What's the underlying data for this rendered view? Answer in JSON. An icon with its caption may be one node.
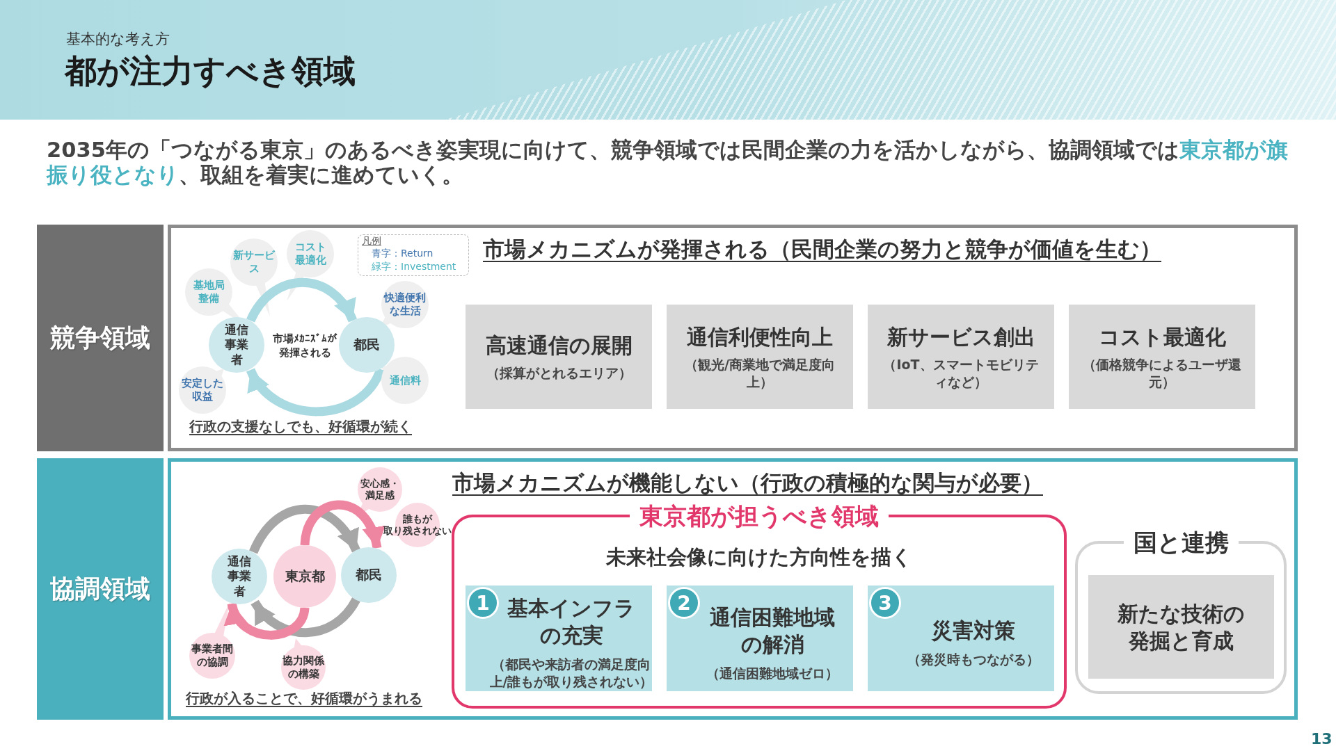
{
  "diagram": {
    "title": "都が注力すべき領域",
    "nodes": [
      {
        "text": [
          "競争領域"
        ]
      },
      {
        "text": [
          "市場メカニズムが発揮される（民間企業の努力と競争が価値を生む）"
        ]
      },
      {
        "text": [
          "通信事業者"
        ],
        "in": 1
      },
      {
        "text": [
          "都民"
        ],
        "in": 1
      },
      {
        "text": [
          "基地局整備"
        ],
        "in": 1
      },
      {
        "text": [
          "新サービス"
        ],
        "in": 1
      },
      {
        "text": [
          "コスト最適化"
        ],
        "in": 1
      },
      {
        "text": [
          "快適便利な生活"
        ],
        "in": 1
      },
      {
        "text": [
          "通信料"
        ],
        "in": 1
      },
      {
        "text": [
          "安定した収益"
        ],
        "in": 1
      },
      {
        "text": [
          "高速通信の展開",
          "（採算がとれるエリア）"
        ],
        "in": 1
      },
      {
        "text": [
          "通信利便性向上",
          "（観光/商業地で満足度向上）"
        ],
        "in": 1
      },
      {
        "text": [
          "新サービス創出",
          "（IoT、スマートモビリティなど）"
        ],
        "in": 1
      },
      {
        "text": [
          "コスト最適化",
          "（価格競争によるユーザ還元）"
        ],
        "in": 1
      },
      {
        "text": [
          "協調領域"
        ]
      },
      {
        "text": [
          "市場メカニズムが機能しない（行政の積極的な関与が必要）"
        ]
      },
      {
        "text": [
          "通信事業者"
        ],
        "in": 15
      },
      {
        "text": [
          "東京都"
        ],
        "in": 15
      },
      {
        "text": [
          "都民"
        ],
        "in": 15
      },
      {
        "text": [
          "安心感・満足感"
        ],
        "in": 15
      },
      {
        "text": [
          "誰もが取り残されない"
        ],
        "in": 15
      },
      {
        "text": [
          "事業者間の協調"
        ],
        "in": 15
      },
      {
        "text": [
          "協力関係の構築"
        ],
        "in": 15
      },
      {
        "text": [
          "東京都が担うべき領域",
          "未来社会像に向けた方向性を描く"
        ],
        "in": 15
      },
      {
        "text": [
          "1",
          "基本インフラの充実",
          "（都民や来訪者の満足度向上/誰もが取り残されない）"
        ],
        "in": 23
      },
      {
        "text": [
          "2",
          "通信困難地域の解消",
          "（通信困難地域ゼロ）"
        ],
        "in": 23
      },
      {
        "text": [
          "3",
          "災害対策",
          "（発災時もつながる）"
        ],
        "in": 23
      },
      {
        "text": [
          "国と連携"
        ],
        "in": 15
      },
      {
        "text": [
          "新たな技術の発掘と育成"
        ],
        "in": 27
      }
    ],
    "edges": [
      {
        "from": 2,
        "to": 3,
        "arrow": "to",
        "color": "#a9d9e1"
      },
      {
        "from": 3,
        "to": 2,
        "arrow": "to",
        "color": "#a9d9e1"
      },
      {
        "from": 16,
        "to": 18,
        "arrow": "to",
        "color": "#a6a6a6"
      },
      {
        "from": 18,
        "to": 16,
        "arrow": "to",
        "color": "#a6a6a6"
      },
      {
        "from": 17,
        "to": 18,
        "arrow": "to",
        "color": "#ee86a1"
      },
      {
        "from": 17,
        "to": 16,
        "arrow": "to",
        "color": "#ee86a1"
      }
    ],
    "labels": [
      "基本的な考え方",
      "2035年の「つながる東京」のあるべき姿実現に向けて、競争領域では民間企業の力を活かしながら、協調領域では**東京都が旗振り役となり**、取組を着実に進めていく。",
      "凡例",
      "青字：Return",
      "緑字：Investment",
      "市場ﾒｶﾆｽﾞﾑが発揮される",
      "行政の支援なしでも、好循環が続く",
      "行政が入ることで、好循環がうまれる",
      "13"
    ]
  }
}
